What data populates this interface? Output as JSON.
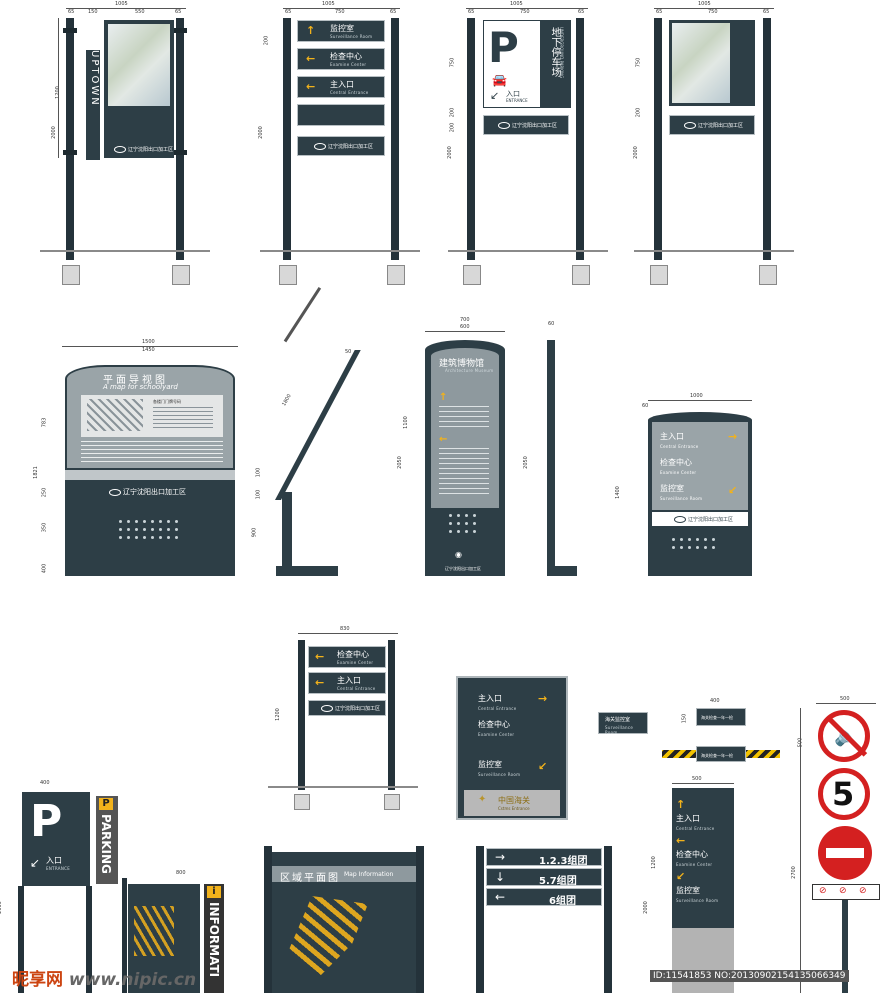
{
  "s1": {
    "brand": "UPTOWN",
    "dims_top": [
      "1005",
      "65",
      "150",
      "550",
      "65"
    ],
    "dims_left": [
      "1200",
      "2000"
    ],
    "footer": "辽宁沈阳出口加工区"
  },
  "s2": {
    "dims_top": [
      "1005",
      "65",
      "750",
      "65"
    ],
    "dims_left": [
      "200",
      "2000"
    ],
    "rows": [
      {
        "cn": "监控室",
        "en": "Surveillance Room"
      },
      {
        "cn": "检查中心",
        "en": "Examine Center"
      },
      {
        "cn": "主入口",
        "en": "Central Entrance"
      }
    ],
    "footer": "辽宁沈阳出口加工区"
  },
  "s3": {
    "dims_top": [
      "1005",
      "65",
      "750",
      "65"
    ],
    "dims_left": [
      "750",
      "200",
      "200",
      "2000"
    ],
    "p": "P",
    "cn1": "地下停车场",
    "en1": "UNDERGROUND PARKING",
    "entry": "入口",
    "entry_en": "ENTRANCE",
    "footer": "辽宁沈阳出口加工区"
  },
  "s4": {
    "dims_top": [
      "1005",
      "65",
      "750",
      "65"
    ],
    "dims_left": [
      "750",
      "200",
      "2000"
    ],
    "footer": "辽宁沈阳出口加工区"
  },
  "s5": {
    "dims_top": [
      "1500",
      "1450"
    ],
    "dims_left": [
      "783",
      "1821",
      "250",
      "350",
      "400"
    ],
    "title": "平面导视图",
    "title_en": "A map for schoolyard",
    "legend": "各楼门门牌号码",
    "footer": "辽宁沈阳出口加工区"
  },
  "s6": {
    "dims": [
      "1800",
      "100",
      "100",
      "900",
      "50"
    ]
  },
  "s7": {
    "dims_top": [
      "700",
      "600"
    ],
    "dims_left": [
      "1100",
      "2050"
    ],
    "title": "建筑博物馆",
    "title_en": "Architecture Museum",
    "footer": "辽宁沈阳出口加工区"
  },
  "s8": {
    "dims_top": [
      "60"
    ],
    "dims_left": [
      "2050"
    ]
  },
  "s9": {
    "dims_top": [
      "1000",
      "60"
    ],
    "dims_left": [
      "1400"
    ],
    "rows": [
      {
        "cn": "主入口",
        "en": "Central Entrance"
      },
      {
        "cn": "检查中心",
        "en": "Examine Center"
      },
      {
        "cn": "监控室",
        "en": "Surveillance Room"
      }
    ],
    "footer": "辽宁沈阳出口加工区"
  },
  "s10": {
    "dims_top": [
      "830"
    ],
    "dims_left": [
      "1200"
    ],
    "rows": [
      {
        "cn": "检查中心",
        "en": "Examine Center"
      },
      {
        "cn": "主入口",
        "en": "Central Entrance"
      }
    ],
    "footer": "辽宁沈阳出口加工区"
  },
  "s11": {
    "rows": [
      {
        "cn": "主入口",
        "en": "Central Entrance"
      },
      {
        "cn": "检查中心",
        "en": "Examine Center"
      },
      {
        "cn": "监控室",
        "en": "Surveillance Room"
      }
    ],
    "customs": "中国海关",
    "customs_en": "Cstms Entrance"
  },
  "s12": {
    "label": "海关监控室",
    "label_en": "Surveillance Room"
  },
  "s13": {
    "dim": "400",
    "dim2": "150",
    "label": "海关检查一年一检"
  },
  "s14": {
    "dims_top": [
      "500"
    ],
    "dims_left": [
      "1200",
      "2000"
    ],
    "rows": [
      {
        "cn": "主入口",
        "en": "Central Entrance"
      },
      {
        "cn": "检查中心",
        "en": "Examine Center"
      },
      {
        "cn": "监控室",
        "en": "Surveillance Room"
      }
    ]
  },
  "s15": {
    "dims_top": [
      "500"
    ],
    "dims_left": [
      "500",
      "2700"
    ],
    "speed": "5"
  },
  "s16": {
    "p": "P",
    "entry": "入口",
    "entry_en": "ENTRANCE",
    "parking": "PARKING",
    "dims": [
      "400",
      "2000"
    ]
  },
  "s17": {
    "info": "INFORMATI",
    "dims": [
      "800"
    ]
  },
  "s18": {
    "title": "区域平面图",
    "title_en": "Map Information"
  },
  "s19": {
    "rows": [
      {
        "arrow": "→",
        "text": "1.2.3组团"
      },
      {
        "arrow": "↓",
        "text": "5.7组团"
      },
      {
        "arrow": "←",
        "text": "6组团"
      }
    ]
  },
  "watermark": {
    "site": "昵享网",
    "url": "www.nipic.cn",
    "id": "ID:11541853 NO:20130902154135066349"
  }
}
